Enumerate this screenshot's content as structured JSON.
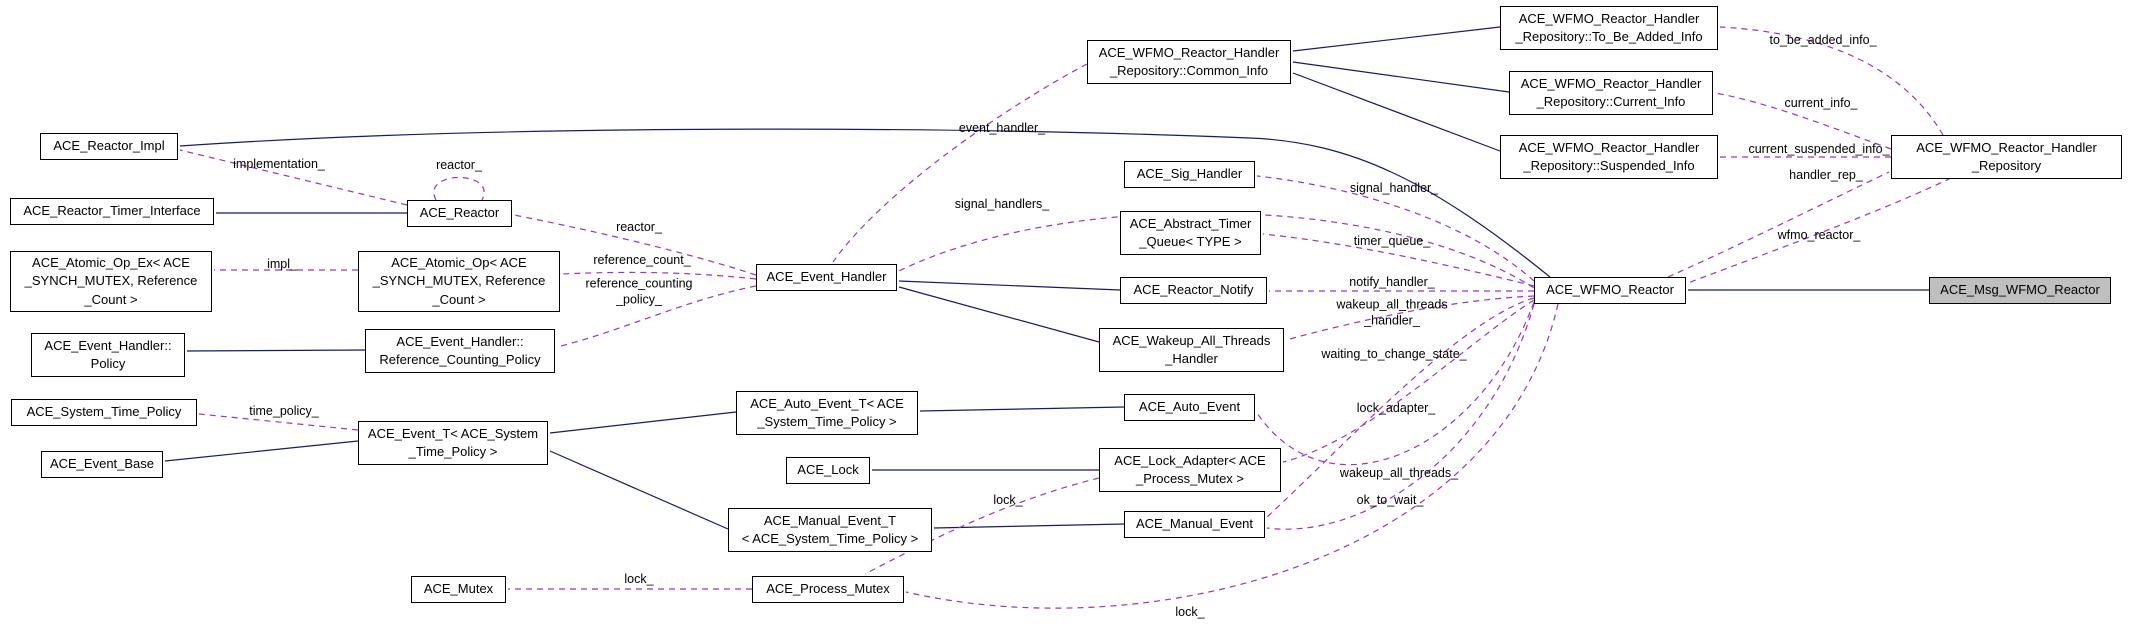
{
  "diagram": {
    "colors": {
      "inheritance_edge": "#191970",
      "usage_edge": "#9a32cd",
      "node_border": "#000000",
      "node_fill": "#ffffff",
      "highlight_fill": "#bfbfbf",
      "background": "#ffffff"
    },
    "nodes": {
      "reactor_impl": {
        "label": "ACE_Reactor_Impl"
      },
      "reactor_timer_interface": {
        "label": "ACE_Reactor_Timer_Interface"
      },
      "atomic_op_ex": {
        "label": "ACE_Atomic_Op_Ex< ACE\n_SYNCH_MUTEX, Reference\n_Count >"
      },
      "eh_policy": {
        "label": "ACE_Event_Handler::\nPolicy"
      },
      "system_time_policy": {
        "label": "ACE_System_Time_Policy"
      },
      "event_base": {
        "label": "ACE_Event_Base"
      },
      "mutex": {
        "label": "ACE_Mutex"
      },
      "reactor": {
        "label": "ACE_Reactor"
      },
      "atomic_op": {
        "label": "ACE_Atomic_Op< ACE\n_SYNCH_MUTEX, Reference\n_Count >"
      },
      "eh_ref_counting_policy": {
        "label": "ACE_Event_Handler::\nReference_Counting_Policy"
      },
      "event_t": {
        "label": "ACE_Event_T< ACE_System\n_Time_Policy >"
      },
      "auto_event_t": {
        "label": "ACE_Auto_Event_T< ACE\n_System_Time_Policy >"
      },
      "lock": {
        "label": "ACE_Lock"
      },
      "manual_event_t": {
        "label": "ACE_Manual_Event_T\n< ACE_System_Time_Policy >"
      },
      "process_mutex": {
        "label": "ACE_Process_Mutex"
      },
      "event_handler": {
        "label": "ACE_Event_Handler"
      },
      "common_info": {
        "label": "ACE_WFMO_Reactor_Handler\n_Repository::Common_Info"
      },
      "sig_handler": {
        "label": "ACE_Sig_Handler"
      },
      "abstract_timer_queue": {
        "label": "ACE_Abstract_Timer\n_Queue< TYPE >"
      },
      "reactor_notify": {
        "label": "ACE_Reactor_Notify"
      },
      "wakeup_all_threads_handler": {
        "label": "ACE_Wakeup_All_Threads\n_Handler"
      },
      "auto_event": {
        "label": "ACE_Auto_Event"
      },
      "lock_adapter": {
        "label": "ACE_Lock_Adapter< ACE\n_Process_Mutex >"
      },
      "manual_event": {
        "label": "ACE_Manual_Event"
      },
      "to_be_added_info": {
        "label": "ACE_WFMO_Reactor_Handler\n_Repository::To_Be_Added_Info"
      },
      "current_info": {
        "label": "ACE_WFMO_Reactor_Handler\n_Repository::Current_Info"
      },
      "suspended_info": {
        "label": "ACE_WFMO_Reactor_Handler\n_Repository::Suspended_Info"
      },
      "wfmo_reactor": {
        "label": "ACE_WFMO_Reactor"
      },
      "repository": {
        "label": "ACE_WFMO_Reactor_Handler\n_Repository"
      },
      "msg_wfmo_reactor": {
        "label": "ACE_Msg_WFMO_Reactor"
      }
    },
    "labels": {
      "implementation": "implementation_",
      "reactor_self": "reactor_",
      "reactor": "reactor_",
      "impl": "impl_",
      "reference_count": "reference_count_",
      "reference_counting_policy": "reference_counting\n_policy_",
      "event_handler": "event_handler_",
      "signal_handlers": "signal_handlers_",
      "signal_handler": "signal_handler_",
      "timer_queue": "timer_queue_",
      "notify_handler": "notify_handler_",
      "wakeup_all_threads_handler": "wakeup_all_threads\n_handler_",
      "waiting_to_change_state": "waiting_to_change_state_",
      "lock_adapter": "lock_adapter_",
      "wakeup_all_threads": "wakeup_all_threads_",
      "ok_to_wait": "ok_to_wait_",
      "lock_wfmo": "lock_",
      "lock_lock_adapter": "lock_",
      "lock_process_mutex": "lock_",
      "time_policy": "time_policy_",
      "to_be_added_info": "to_be_added_info_",
      "current_info": "current_info_",
      "current_suspended_info": "current_suspended_info_",
      "handler_rep": "handler_rep_",
      "wfmo_reactor": "wfmo_reactor_"
    }
  }
}
